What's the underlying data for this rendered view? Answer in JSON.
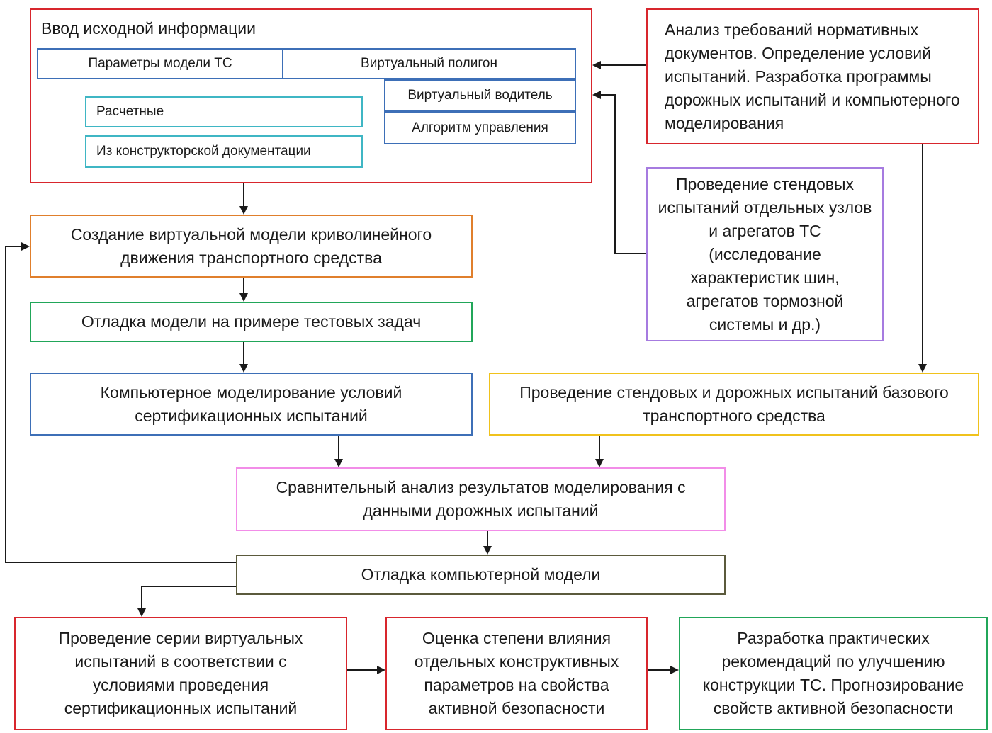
{
  "colors": {
    "red": "#d8262d",
    "blue": "#3d6fb7",
    "teal": "#3fb6c4",
    "orange": "#e07f2c",
    "green": "#21a659",
    "purple": "#a67be0",
    "yellow": "#f0c21c",
    "pink": "#f28de8",
    "olive": "#5b5a3c",
    "line": "#1a1a1a"
  },
  "nodes": {
    "input_title": "Ввод исходной информации",
    "vehicle_params": "Параметры модели ТС",
    "virtual_polygon": "Виртуальный полигон",
    "virtual_driver": "Виртуальный водитель",
    "control_algorithm": "Алгоритм управления",
    "calculated": "Расчетные",
    "design_docs": "Из конструкторской документации",
    "requirements": "Анализ требований нормативных документов. Определение условий испытаний. Разработка программы дорожных испытаний и компьютерного моделирования",
    "bench_tests": "Проведение стендовых испытаний отдельных узлов и агрегатов ТС (исследование характеристик шин, агрегатов тормозной системы и др.)",
    "create_model": "Создание виртуальной модели криволинейного движения  транспортного средства",
    "debug_test": "Отладка модели на примере тестовых задач",
    "computer_modeling": "Компьютерное моделирование условий сертификационных испытаний",
    "road_tests": "Проведение стендовых и дорожных испытаний базового транспортного средства",
    "comparative": "Сравнительный анализ результатов моделирования с данными дорожных испытаний",
    "debug_model": "Отладка компьютерной модели",
    "virtual_series": "Проведение серии виртуальных испытаний в соответствии с условиями проведения сертификационных испытаний",
    "assessment": "Оценка степени влияния отдельных конструктивных параметров на свойства активной безопасности",
    "recommendations": "Разработка практических рекомендаций по улучшению конструкции ТС. Прогнозирование свойств активной безопасности"
  }
}
